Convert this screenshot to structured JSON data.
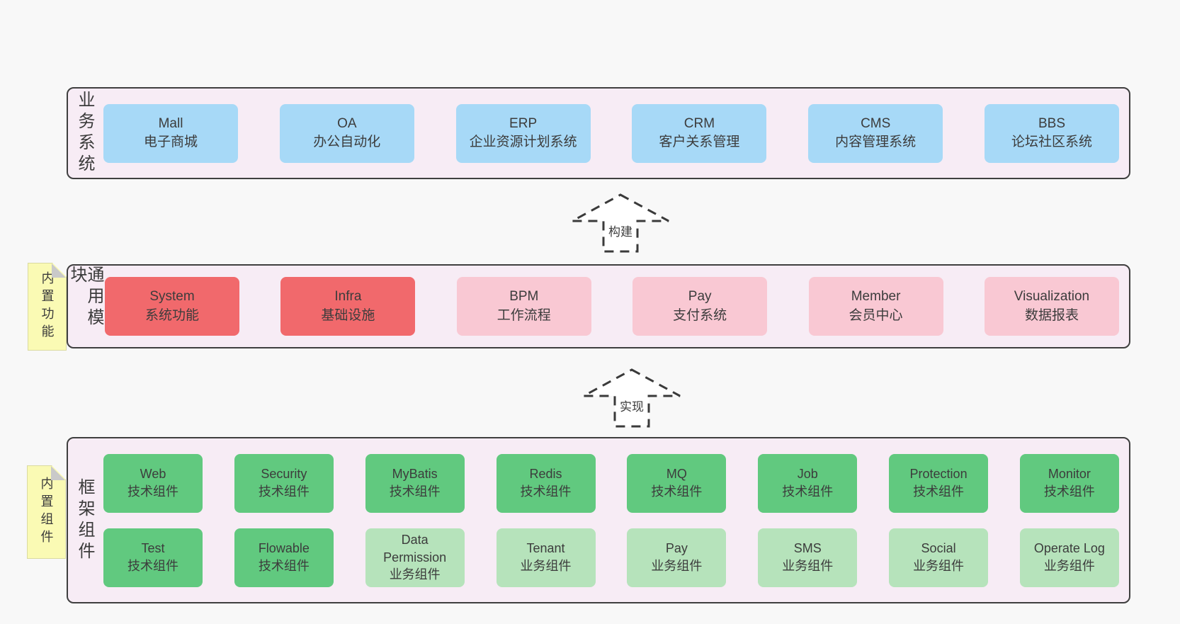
{
  "colors": {
    "page_bg": "#f8f8f8",
    "panel_bg": "#f7ecf5",
    "panel_border": "#3f3f3f",
    "business_box": "#a7d9f7",
    "core_module_box": "#f1696c",
    "extension_module_box": "#f9c8d3",
    "tech_component_box": "#61c97f",
    "biz_component_box": "#b6e3bb",
    "sticky_note": "#fafab4",
    "note_fold": "#c9c9c9",
    "text": "#3c3c3c"
  },
  "business": {
    "label": "业务系统",
    "items": [
      {
        "name": "Mall",
        "desc": "电子商城",
        "variant": "blue"
      },
      {
        "name": "OA",
        "desc": "办公自动化",
        "variant": "blue"
      },
      {
        "name": "ERP",
        "desc": "企业资源计划系统",
        "variant": "blue"
      },
      {
        "name": "CRM",
        "desc": "客户关系管理",
        "variant": "blue"
      },
      {
        "name": "CMS",
        "desc": "内容管理系统",
        "variant": "blue"
      },
      {
        "name": "BBS",
        "desc": "论坛社区系统",
        "variant": "blue"
      }
    ]
  },
  "arrow_build": {
    "label": "构建"
  },
  "modules": {
    "label": "通用模块",
    "note": "内置功能",
    "items": [
      {
        "name": "System",
        "desc": "系统功能",
        "variant": "core"
      },
      {
        "name": "Infra",
        "desc": "基础设施",
        "variant": "core"
      },
      {
        "name": "BPM",
        "desc": "工作流程",
        "variant": "extension"
      },
      {
        "name": "Pay",
        "desc": "支付系统",
        "variant": "extension"
      },
      {
        "name": "Member",
        "desc": "会员中心",
        "variant": "extension"
      },
      {
        "name": "Visualization",
        "desc": "数据报表",
        "variant": "extension"
      }
    ]
  },
  "arrow_implement": {
    "label": "实现"
  },
  "framework": {
    "label": "框架组件",
    "note": "内置组件",
    "rows": [
      [
        {
          "name": "Web",
          "desc": "技术组件",
          "variant": "tech"
        },
        {
          "name": "Security",
          "desc": "技术组件",
          "variant": "tech"
        },
        {
          "name": "MyBatis",
          "desc": "技术组件",
          "variant": "tech"
        },
        {
          "name": "Redis",
          "desc": "技术组件",
          "variant": "tech"
        },
        {
          "name": "MQ",
          "desc": "技术组件",
          "variant": "tech"
        },
        {
          "name": "Job",
          "desc": "技术组件",
          "variant": "tech"
        },
        {
          "name": "Protection",
          "desc": "技术组件",
          "variant": "tech"
        },
        {
          "name": "Monitor",
          "desc": "技术组件",
          "variant": "tech"
        }
      ],
      [
        {
          "name": "Test",
          "desc": "技术组件",
          "variant": "tech"
        },
        {
          "name": "Flowable",
          "desc": "技术组件",
          "variant": "tech"
        },
        {
          "name": "Data Permission",
          "desc": "业务组件",
          "variant": "biz"
        },
        {
          "name": "Tenant",
          "desc": "业务组件",
          "variant": "biz"
        },
        {
          "name": "Pay",
          "desc": "业务组件",
          "variant": "biz"
        },
        {
          "name": "SMS",
          "desc": "业务组件",
          "variant": "biz"
        },
        {
          "name": "Social",
          "desc": "业务组件",
          "variant": "biz"
        },
        {
          "name": "Operate Log",
          "desc": "业务组件",
          "variant": "biz"
        }
      ]
    ]
  }
}
